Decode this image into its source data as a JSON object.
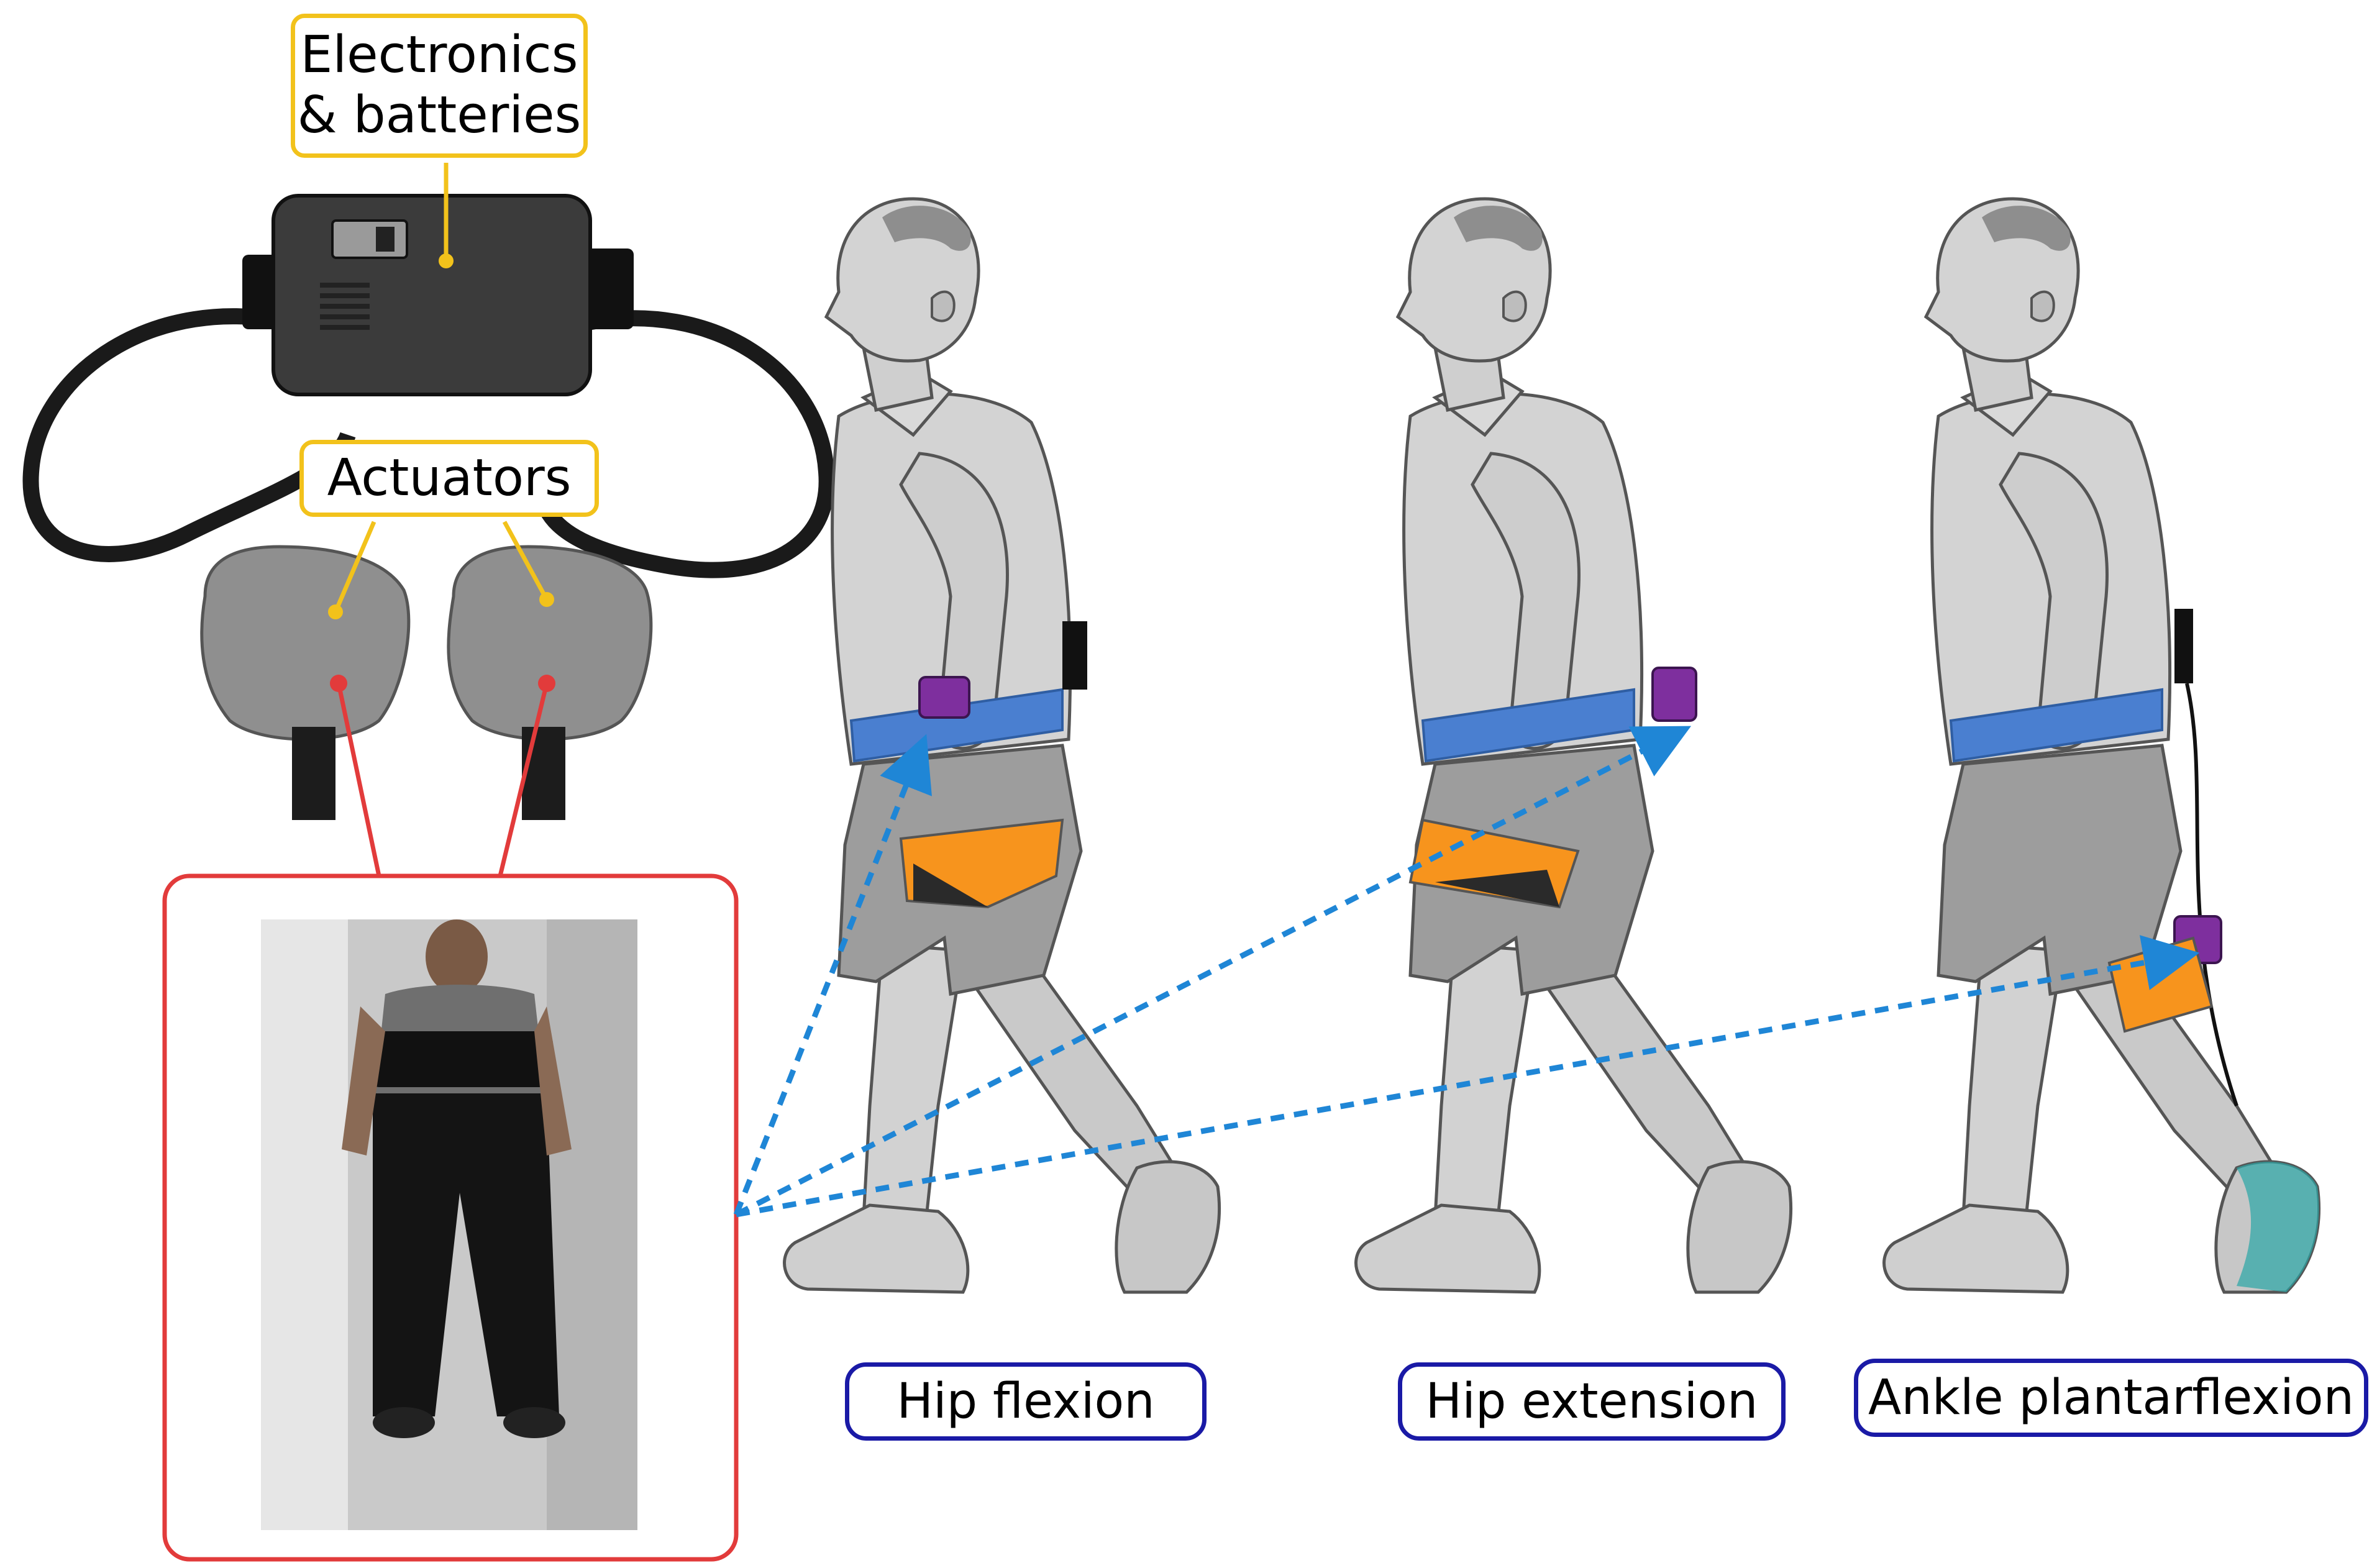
{
  "labels": {
    "electronics": "Electronics\n& batteries",
    "actuators": "Actuators",
    "hip_flexion": "Hip flexion",
    "hip_extension": "Hip extension",
    "ankle_plantarflexion": "Ankle plantarflexion"
  },
  "colors": {
    "device_callout": "#f2c21b",
    "photo_callout": "#e23b3b",
    "movement_label_border": "#1a1aa6",
    "arrow": "#1f86d6",
    "belt": "#4a7fd0",
    "actuator_module": "#7e2f9e",
    "cuff": "#f7941d",
    "figure_body": "#d0d0d0",
    "figure_shorts": "#9d9d9d"
  },
  "icons": [
    "electronics-box",
    "actuator-unit",
    "walking-person",
    "dashed-arrow"
  ]
}
